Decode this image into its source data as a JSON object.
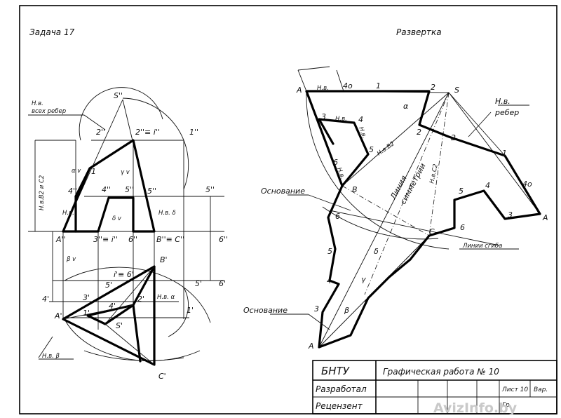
{
  "left_title": "Задача 17",
  "right_title": "Развертка",
  "labels": {
    "nv_all_edges_1": "Н.в.",
    "nv_all_edges_2": "всех ребер",
    "s2": "S''",
    "p2": "2''",
    "p2eq": "2''≡ i''",
    "p1pp": "1''",
    "n1": "1",
    "alpha_v": "α v",
    "gamma_v": "γ v",
    "delta_v": "δ v",
    "beta_v": "β v",
    "p4pp": "4''",
    "p4pp_b": "4''",
    "p5pp": "5''",
    "p5pp_b": "5''",
    "p5pp_r": "5''",
    "nv_b2c2": "Н.в.В2 и С2",
    "nv_small": "Н.в.",
    "nv_delta": "Н.в. δ",
    "a2": "A''",
    "p3eq": "3''≡ i''",
    "p6pp": "6''",
    "b2c2": "B''≡ C''",
    "p6pp_r": "6''",
    "p4p": "4'",
    "p3p": "3'",
    "p5p": "5'",
    "i3eq6": "i'≡ 6'",
    "bp": "B'",
    "p5p_r": "5'",
    "p6p_r": "6'",
    "ap": "A'",
    "p1p": "1'",
    "p2p": "2'",
    "p4p_in": "4'",
    "sp": "S'",
    "nv_alpha": "Н.в. α",
    "p1p_r": "1'",
    "nv_beta": "Н.в. β",
    "cp": "C'",
    "r_a_top": "A",
    "r_nv1": "Н.в.",
    "r_4o": "4о",
    "r_1": "1",
    "r_2_top": "2",
    "r_s": "S",
    "r_nv_edges_1": "Н.в.",
    "r_nv_edges_2": "ребер",
    "r_alpha": "α",
    "r_3": "3",
    "r_nv2": "Н.в.",
    "r_4": "4",
    "r_nv3": "Н.в.",
    "r_2a": "2",
    "r_2b": "2",
    "r_5": "5",
    "r_nvb2": "Н.в.В2",
    "r_line1": "Линия",
    "r_line2": "симметрии",
    "r_nvc2": "Н.в.С2",
    "r_6": "6",
    "r_nv4": "Н.в.",
    "r_1b": "1",
    "r_b": "B",
    "r_osn1": "Основание",
    "r_5b": "5",
    "r_4b": "4",
    "r_4ob": "4о",
    "r_6b": "6",
    "r_3b": "3",
    "r_a_right": "A",
    "r_c": "C",
    "r_6c": "6",
    "r_fold": "Линии сгиба",
    "r_delta": "δ",
    "r_5c": "5",
    "r_gamma": "γ",
    "r_4c": "4",
    "r_beta": "β",
    "r_osn2": "Основание",
    "r_3c": "3",
    "r_a_bottom": "A"
  },
  "title_block": {
    "org": "БНТУ",
    "work": "Графическая работа № 10",
    "developed": "Разработал",
    "reviewer": "Рецензент",
    "sheet": "Лист 10",
    "var": "Вар.",
    "gr": "Гр."
  },
  "watermark": "AvizInfo.by"
}
